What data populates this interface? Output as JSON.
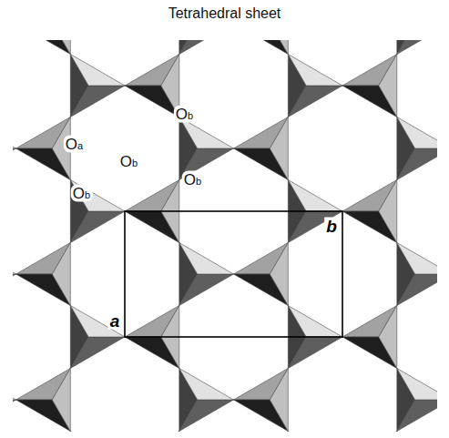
{
  "diagram": {
    "title": "Tetrahedral sheet",
    "labels": [
      "Ob",
      "Oa",
      "Ob",
      "Ob",
      "Ob",
      "b",
      "a"
    ]
  }
}
